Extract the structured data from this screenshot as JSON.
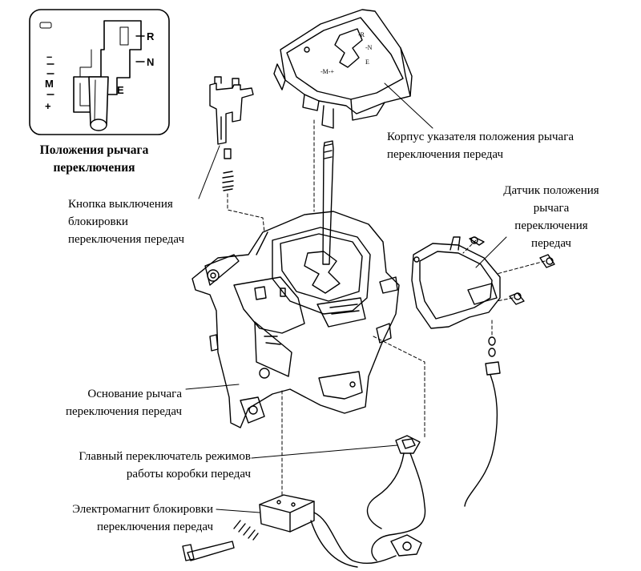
{
  "gate_diagram": {
    "caption": [
      "Положения рычага",
      "переключения"
    ],
    "right_positions": [
      "R",
      "N",
      "E"
    ],
    "left_positions": [
      "–",
      "M",
      "+"
    ]
  },
  "callouts": {
    "indicator_housing": [
      "Корпус указателя положения рычага",
      "переключения передач"
    ],
    "release_button": [
      "Кнопка выключения",
      "блокировки",
      "переключения передач"
    ],
    "position_sensor": [
      "Датчик положения",
      "рычага",
      "переключения",
      "передач"
    ],
    "lever_base": [
      "Основание рычага",
      "переключения передач"
    ],
    "main_mode_switch": [
      "Главный переключатель режимов",
      "работы коробки передач"
    ],
    "lock_solenoid": [
      "Электромагнит блокировки",
      "переключения передач"
    ]
  },
  "colors": {
    "line": "#000000",
    "background": "#ffffff",
    "panel_border": "#000000"
  }
}
